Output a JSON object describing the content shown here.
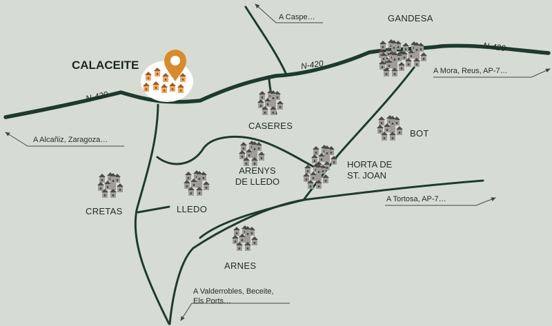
{
  "main_town": "CALACEITE",
  "roads": {
    "n420_west": "N-420",
    "n420_mid": "N-420",
    "n420_east": "N-420"
  },
  "towns": {
    "gandesa": "GANDESA",
    "caseres": "CASERES",
    "bot": "BOT",
    "arenys": {
      "line1": "ARENYS",
      "line2": "DE LLEDO"
    },
    "horta": {
      "line1": "HORTA DE",
      "line2": "ST. JOAN"
    },
    "cretas": "CRETAS",
    "lledo": "LLEDO",
    "arnes": "ARNES"
  },
  "destinations": {
    "caspe": "A Caspe…",
    "mora": "A Mora, Reus, AP-7…",
    "alcaniz": "A Alcañiz, Zaragoza…",
    "tortosa": "A Tortosa, AP-7…",
    "valderrobles": {
      "line1": "A Valderrobles, Beceite,",
      "line2": "Els Ports…"
    }
  },
  "colors": {
    "background": "#d6dcd3",
    "road": "#1d3a2e",
    "marker": "#d98a2b",
    "building": "#a09d99",
    "roof": "#4a4a4a",
    "arrow_line": "#3a4a44"
  },
  "icons": {
    "marker": "map-pin-icon",
    "village": "village-icon",
    "arrow": "arrow-icon"
  }
}
